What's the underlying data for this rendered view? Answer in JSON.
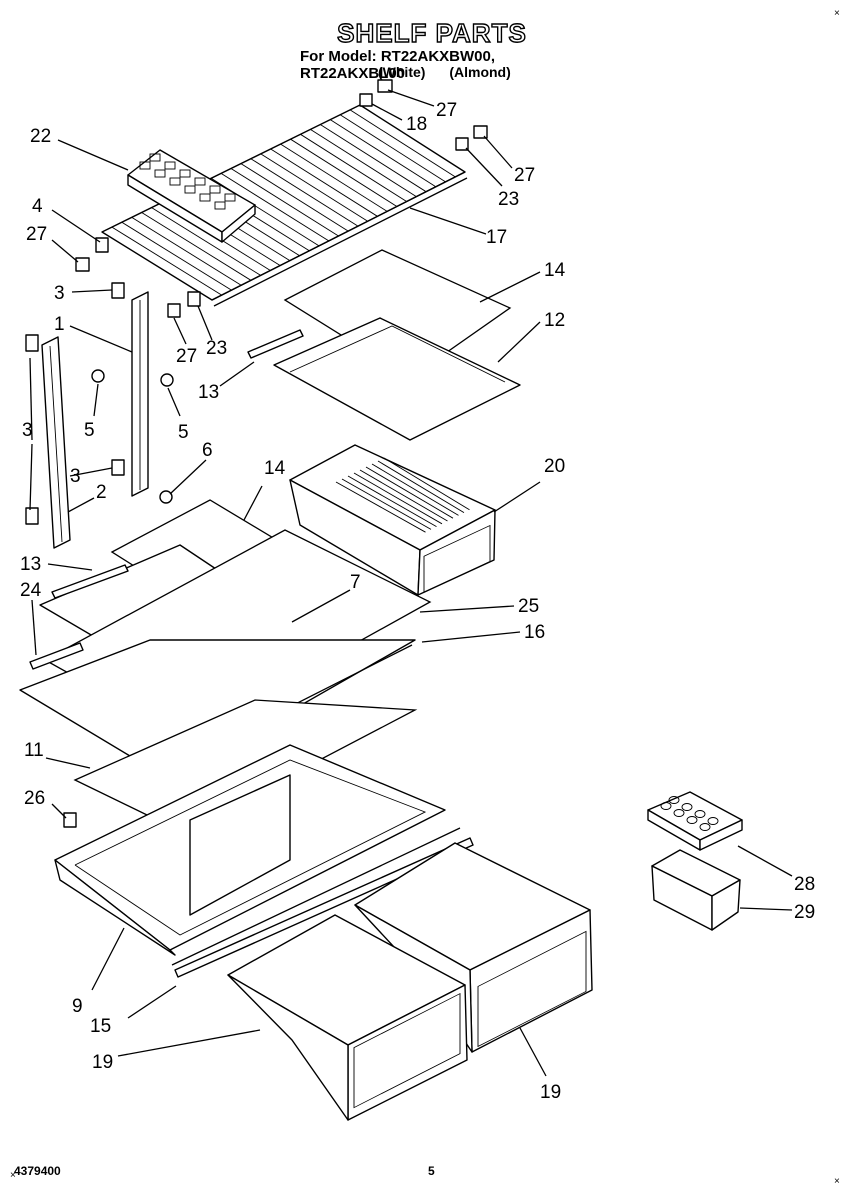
{
  "title": "SHELF PARTS",
  "model_line": "For Model: RT22AKXBW00, RT22AKXBL00",
  "variants": [
    "(White)",
    "(Almond)"
  ],
  "footer": {
    "doc_number": "4379400",
    "page": "5"
  },
  "part_labels": {
    "l1": "27",
    "l2": "18",
    "l3": "27",
    "l4": "23",
    "l5": "22",
    "l6": "4",
    "l7": "27",
    "l8": "17",
    "l9": "14",
    "l10": "3",
    "l11": "12",
    "l12": "1",
    "l13": "27",
    "l14": "23",
    "l15": "13",
    "l16": "5",
    "l17": "5",
    "l18": "3",
    "l19": "6",
    "l20": "3",
    "l21": "2",
    "l22": "14",
    "l23": "20",
    "l24": "13",
    "l25": "7",
    "l26": "24",
    "l27": "25",
    "l28": "16",
    "l29": "11",
    "l30": "26",
    "l31": "28",
    "l32": "29",
    "l33": "9",
    "l34": "15",
    "l35": "19",
    "l36": "19"
  }
}
